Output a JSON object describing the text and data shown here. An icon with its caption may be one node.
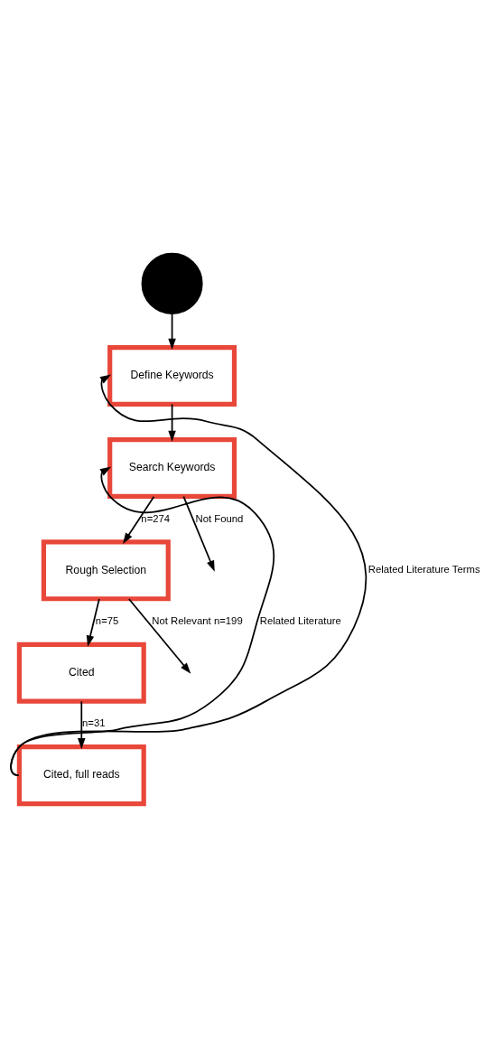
{
  "diagram": {
    "nodes": [
      {
        "text": [],
        "shape": "circle"
      },
      {
        "text": [
          "Define Keywords"
        ]
      },
      {
        "text": [
          "Search Keywords"
        ]
      },
      {
        "text": [
          "Rough Selection"
        ]
      },
      {
        "text": [
          "Cited"
        ]
      },
      {
        "text": [
          "Cited, full reads"
        ]
      }
    ],
    "edges": [
      {
        "from": 0,
        "to": 1,
        "arrow": "to"
      },
      {
        "from": 1,
        "to": 2,
        "arrow": "to"
      },
      {
        "from": 2,
        "to": 3,
        "label": "n=274",
        "arrow": "to"
      },
      {
        "from": 3,
        "to": 4,
        "label": "n=75",
        "arrow": "to"
      },
      {
        "from": 4,
        "to": 5,
        "label": "n=31",
        "arrow": "to"
      },
      {
        "from": 2,
        "to": null,
        "label": "Not Found",
        "arrow": "to"
      },
      {
        "from": 3,
        "to": null,
        "label": "Not Relevant n=199",
        "arrow": "to"
      },
      {
        "from": 5,
        "to": 1,
        "label": "Related Literature Terms",
        "arrow": "to"
      },
      {
        "from": 5,
        "to": 2,
        "label": "Related Literature",
        "arrow": "to"
      }
    ]
  }
}
